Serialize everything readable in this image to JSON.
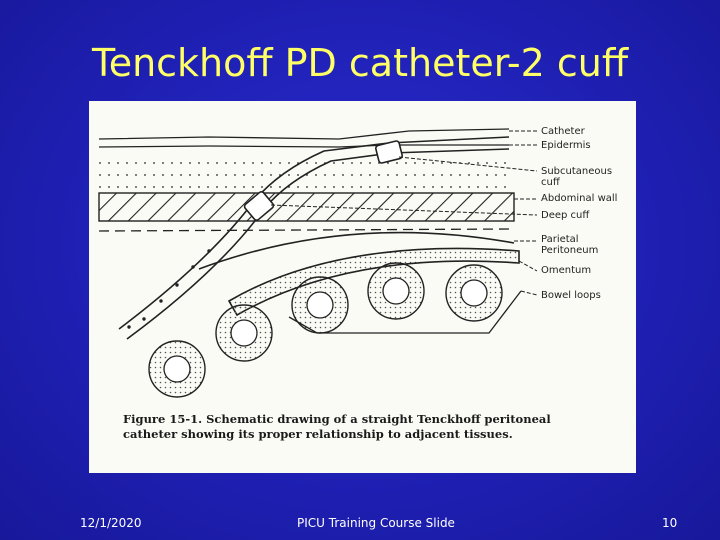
{
  "slide": {
    "title": "Tenckhoff PD catheter-2 cuff"
  },
  "figure": {
    "labels": {
      "catheter": "Catheter",
      "epidermis": "Epidermis",
      "subcutaneous_1": "Subcutaneous",
      "subcutaneous_2": "cuff",
      "abdominal_wall": "Abdominal wall",
      "deep_cuff": "Deep cuff",
      "parietal_1": "Parietal",
      "parietal_2": "Peritoneum",
      "omentum": "Omentum",
      "bowel_loops": "Bowel loops"
    },
    "caption_line1": "Figure 15-1.  Schematic drawing of a straight Tenckhoff peritoneal",
    "caption_line2": "catheter showing its proper relationship to adjacent tissues."
  },
  "footer": {
    "date": "12/1/2020",
    "center": "PICU Training Course Slide",
    "page": "10"
  },
  "colors": {
    "background": "#1f20b4",
    "title": "#ffff66",
    "footer": "#ffffff",
    "figure_bg": "#fbfbf6",
    "ink": "#222222"
  }
}
